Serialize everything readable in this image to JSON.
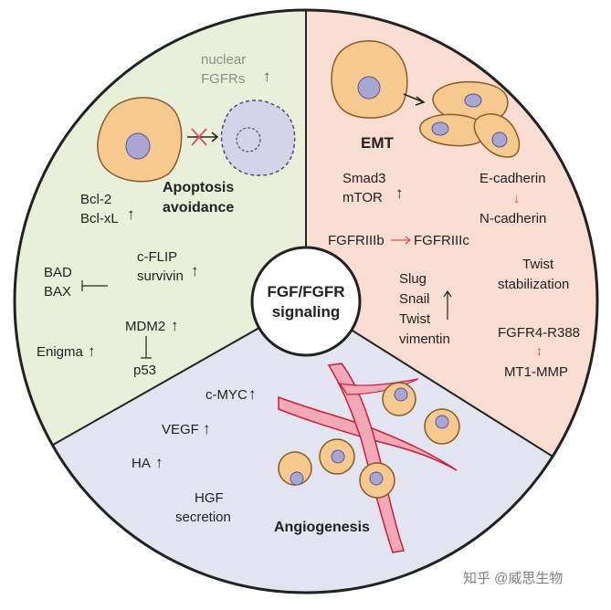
{
  "colors": {
    "apoptosis_bg": "#e9f0d9",
    "emt_bg": "#f9ddd0",
    "angio_bg": "#e2e4ef",
    "cell_fill": "#f6c98f",
    "cell_stroke": "#8a5a2a",
    "nucleus_fill": "#a9a6d2",
    "dying_cell_fill": "#d4d3e8",
    "red_arrow": "#d9534f",
    "vessel_fill": "#f2a9b5",
    "vessel_stroke": "#c8203c",
    "outline": "#222222",
    "grey_text": "#8c8c8c"
  },
  "center": {
    "line1": "FGF/FGFR",
    "line2": "signaling"
  },
  "apoptosis": {
    "title_line1": "Apoptosis",
    "title_line2": "avoidance",
    "nuclear_line1": "nuclear",
    "nuclear_line2": "FGFRs",
    "bcl2": "Bcl-2",
    "bclxl": "Bcl-xL",
    "cflip": "c-FLIP",
    "survivin": "survivin",
    "bad": "BAD",
    "bax": "BAX",
    "mdm2": "MDM2",
    "p53": "p53",
    "enigma": "Enigma"
  },
  "emt": {
    "title": "EMT",
    "smad3": "Smad3",
    "mtor": "mTOR",
    "ecadherin": "E-cadherin",
    "ncadherin": "N-cadherin",
    "fgfr_iiib": "FGFRIIIb",
    "fgfr_iiic": "FGFRIIIc",
    "twist_line1": "Twist",
    "twist_line2": "stabilization",
    "slug": "Slug",
    "snail": "Snail",
    "twist": "Twist",
    "vimentin": "vimentin",
    "fgfr4": "FGFR4-R388",
    "mt1mmp": "MT1-MMP"
  },
  "angiogenesis": {
    "title": "Angiogenesis",
    "cmyc": "c-MYC",
    "vegf": "VEGF",
    "ha": "HA",
    "hgf_line1": "HGF",
    "hgf_line2": "secretion"
  },
  "watermark": "知乎 @威思生物"
}
